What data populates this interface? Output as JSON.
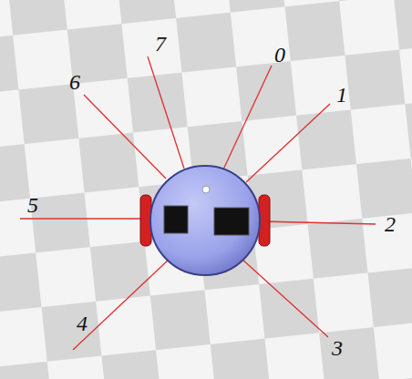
{
  "diagram": {
    "labels": [
      "7",
      "0",
      "6",
      "1",
      "5",
      "2",
      "4",
      "3"
    ]
  }
}
